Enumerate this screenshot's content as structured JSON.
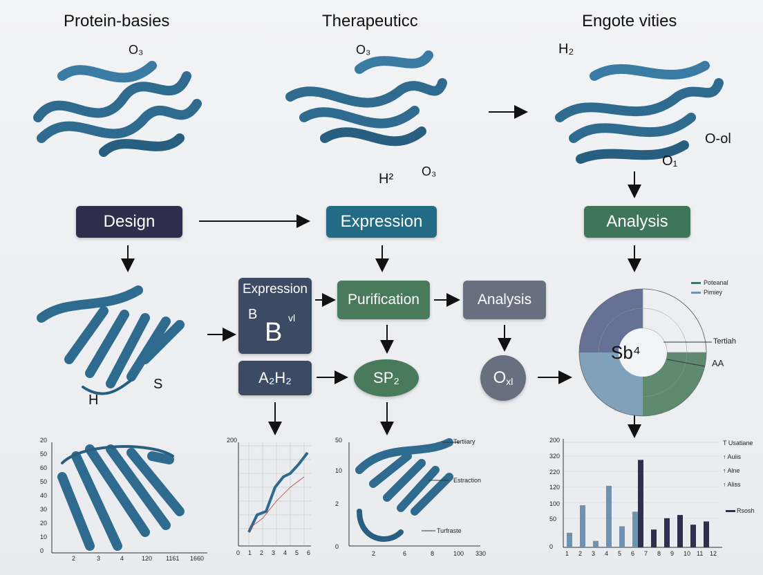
{
  "headers": {
    "left": "Protein-basies",
    "center": "Therapeuticc",
    "right": "Engote vities"
  },
  "chem": {
    "l_o3": "O₃",
    "c_o3_top": "O₃",
    "c_h2": "H²",
    "c_o3_bot": "O₃",
    "r_h2": "H₂",
    "r_o1": "O₁",
    "r_o0l": "O-ol",
    "s_label": "S",
    "h_label": "H"
  },
  "stages": {
    "design": "Design",
    "expression": "Expression",
    "analysis": "Analysis"
  },
  "mid": {
    "expr_box_title": "Expression",
    "expr_box_b_small": "B",
    "expr_box_vl": "vl",
    "expr_box_b_big": "B",
    "purification": "Purification",
    "analysis2": "Analysis",
    "a2h2": "A₂H₂",
    "sp2": "SP₂",
    "oxl_o": "O",
    "oxl_sub": "xl"
  },
  "radial": {
    "center_label": "Sb⁴",
    "legend": [
      "Poteanal",
      "Pimiey"
    ],
    "labels": [
      "Tertiah",
      "AA"
    ]
  },
  "charts": {
    "c1": {
      "y_ticks": [
        "20",
        "50",
        "60",
        "50",
        "40",
        "30",
        "20",
        "10",
        "0"
      ],
      "x_ticks": [
        "2",
        "3",
        "4",
        "120",
        "1161",
        "1660"
      ]
    },
    "c2": {
      "y_ticks": [
        "200"
      ],
      "x_ticks": [
        "0",
        "1",
        "2",
        "3",
        "4",
        "5",
        "6"
      ]
    },
    "c3": {
      "y_ticks": [
        "50",
        "10",
        "2",
        "0"
      ],
      "x_ticks": [
        "2",
        "6",
        "8",
        "100",
        "330"
      ],
      "labels": [
        "Tertiiary",
        "Estraction",
        "Turfraste"
      ]
    },
    "c4": {
      "y_ticks": [
        "200",
        "320",
        "220",
        "120",
        "100",
        "50",
        "0"
      ],
      "x_ticks": [
        "1",
        "2",
        "3",
        "4",
        "5",
        "6",
        "7",
        "8",
        "9",
        "10",
        "11",
        "12"
      ],
      "legend": [
        "T Usatiane",
        "↑ Auiis",
        "↑ Alne",
        "↑ Aliss"
      ],
      "legend_series": "Rsosh"
    }
  },
  "chart_data": {
    "type": "bar",
    "categories": [
      "1",
      "2",
      "3",
      "4",
      "5",
      "6",
      "7",
      "8",
      "9",
      "10",
      "11",
      "12"
    ],
    "series": [
      {
        "values": [
          45,
          130,
          20,
          190,
          65,
          110,
          0,
          0,
          0,
          0,
          0,
          0
        ]
      },
      {
        "values": [
          0,
          0,
          0,
          0,
          0,
          270,
          55,
          90,
          100,
          70,
          80,
          0
        ]
      }
    ],
    "ylim": [
      0,
      320
    ]
  },
  "colors": {
    "design": "#2f2f4d",
    "expression": "#236a85",
    "analysis": "#3f7659",
    "purification": "#4a7a5c",
    "analysis_grey": "#68707f",
    "ribbon": "#2e6a8e"
  }
}
